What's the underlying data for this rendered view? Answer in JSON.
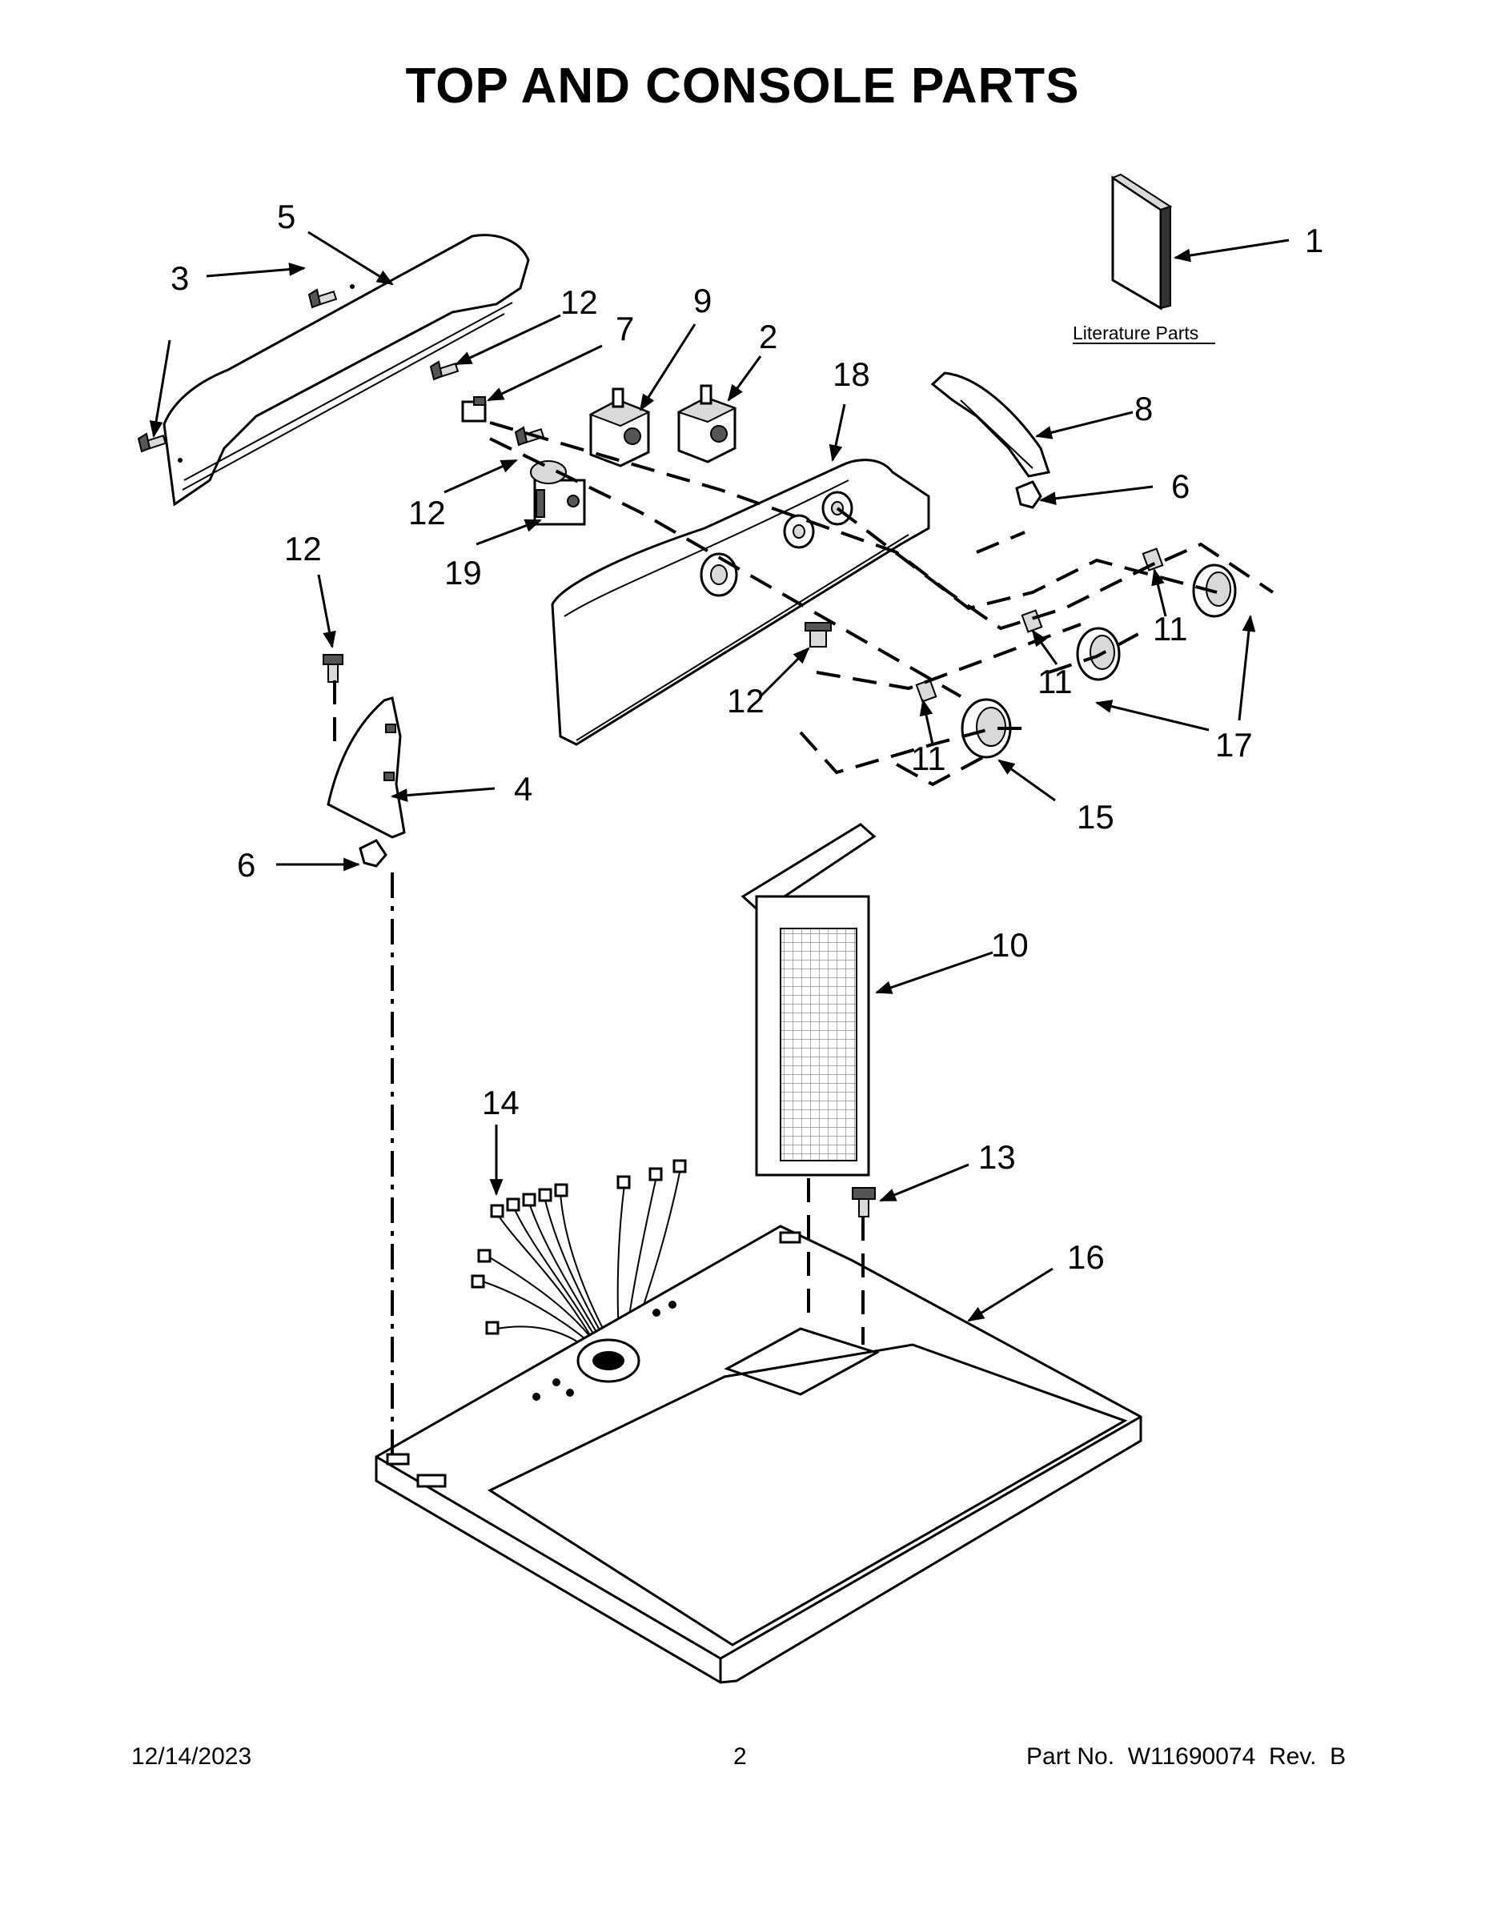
{
  "title": "TOP AND CONSOLE PARTS",
  "literature_label": "Literature Parts",
  "footer": {
    "date": "12/14/2023",
    "page": "2",
    "part_number": "Part No.  W11690074  Rev.  B"
  },
  "callouts": {
    "c1": "1",
    "c2": "2",
    "c3": "3",
    "c4": "4",
    "c5": "5",
    "c6a": "6",
    "c6b": "6",
    "c7": "7",
    "c8": "8",
    "c9": "9",
    "c10": "10",
    "c11a": "11",
    "c11b": "11",
    "c11c": "11",
    "c12a": "12",
    "c12b": "12",
    "c12c": "12",
    "c12d": "12",
    "c13": "13",
    "c14": "14",
    "c15": "15",
    "c16": "16",
    "c17": "17",
    "c18": "18",
    "c19": "19"
  }
}
